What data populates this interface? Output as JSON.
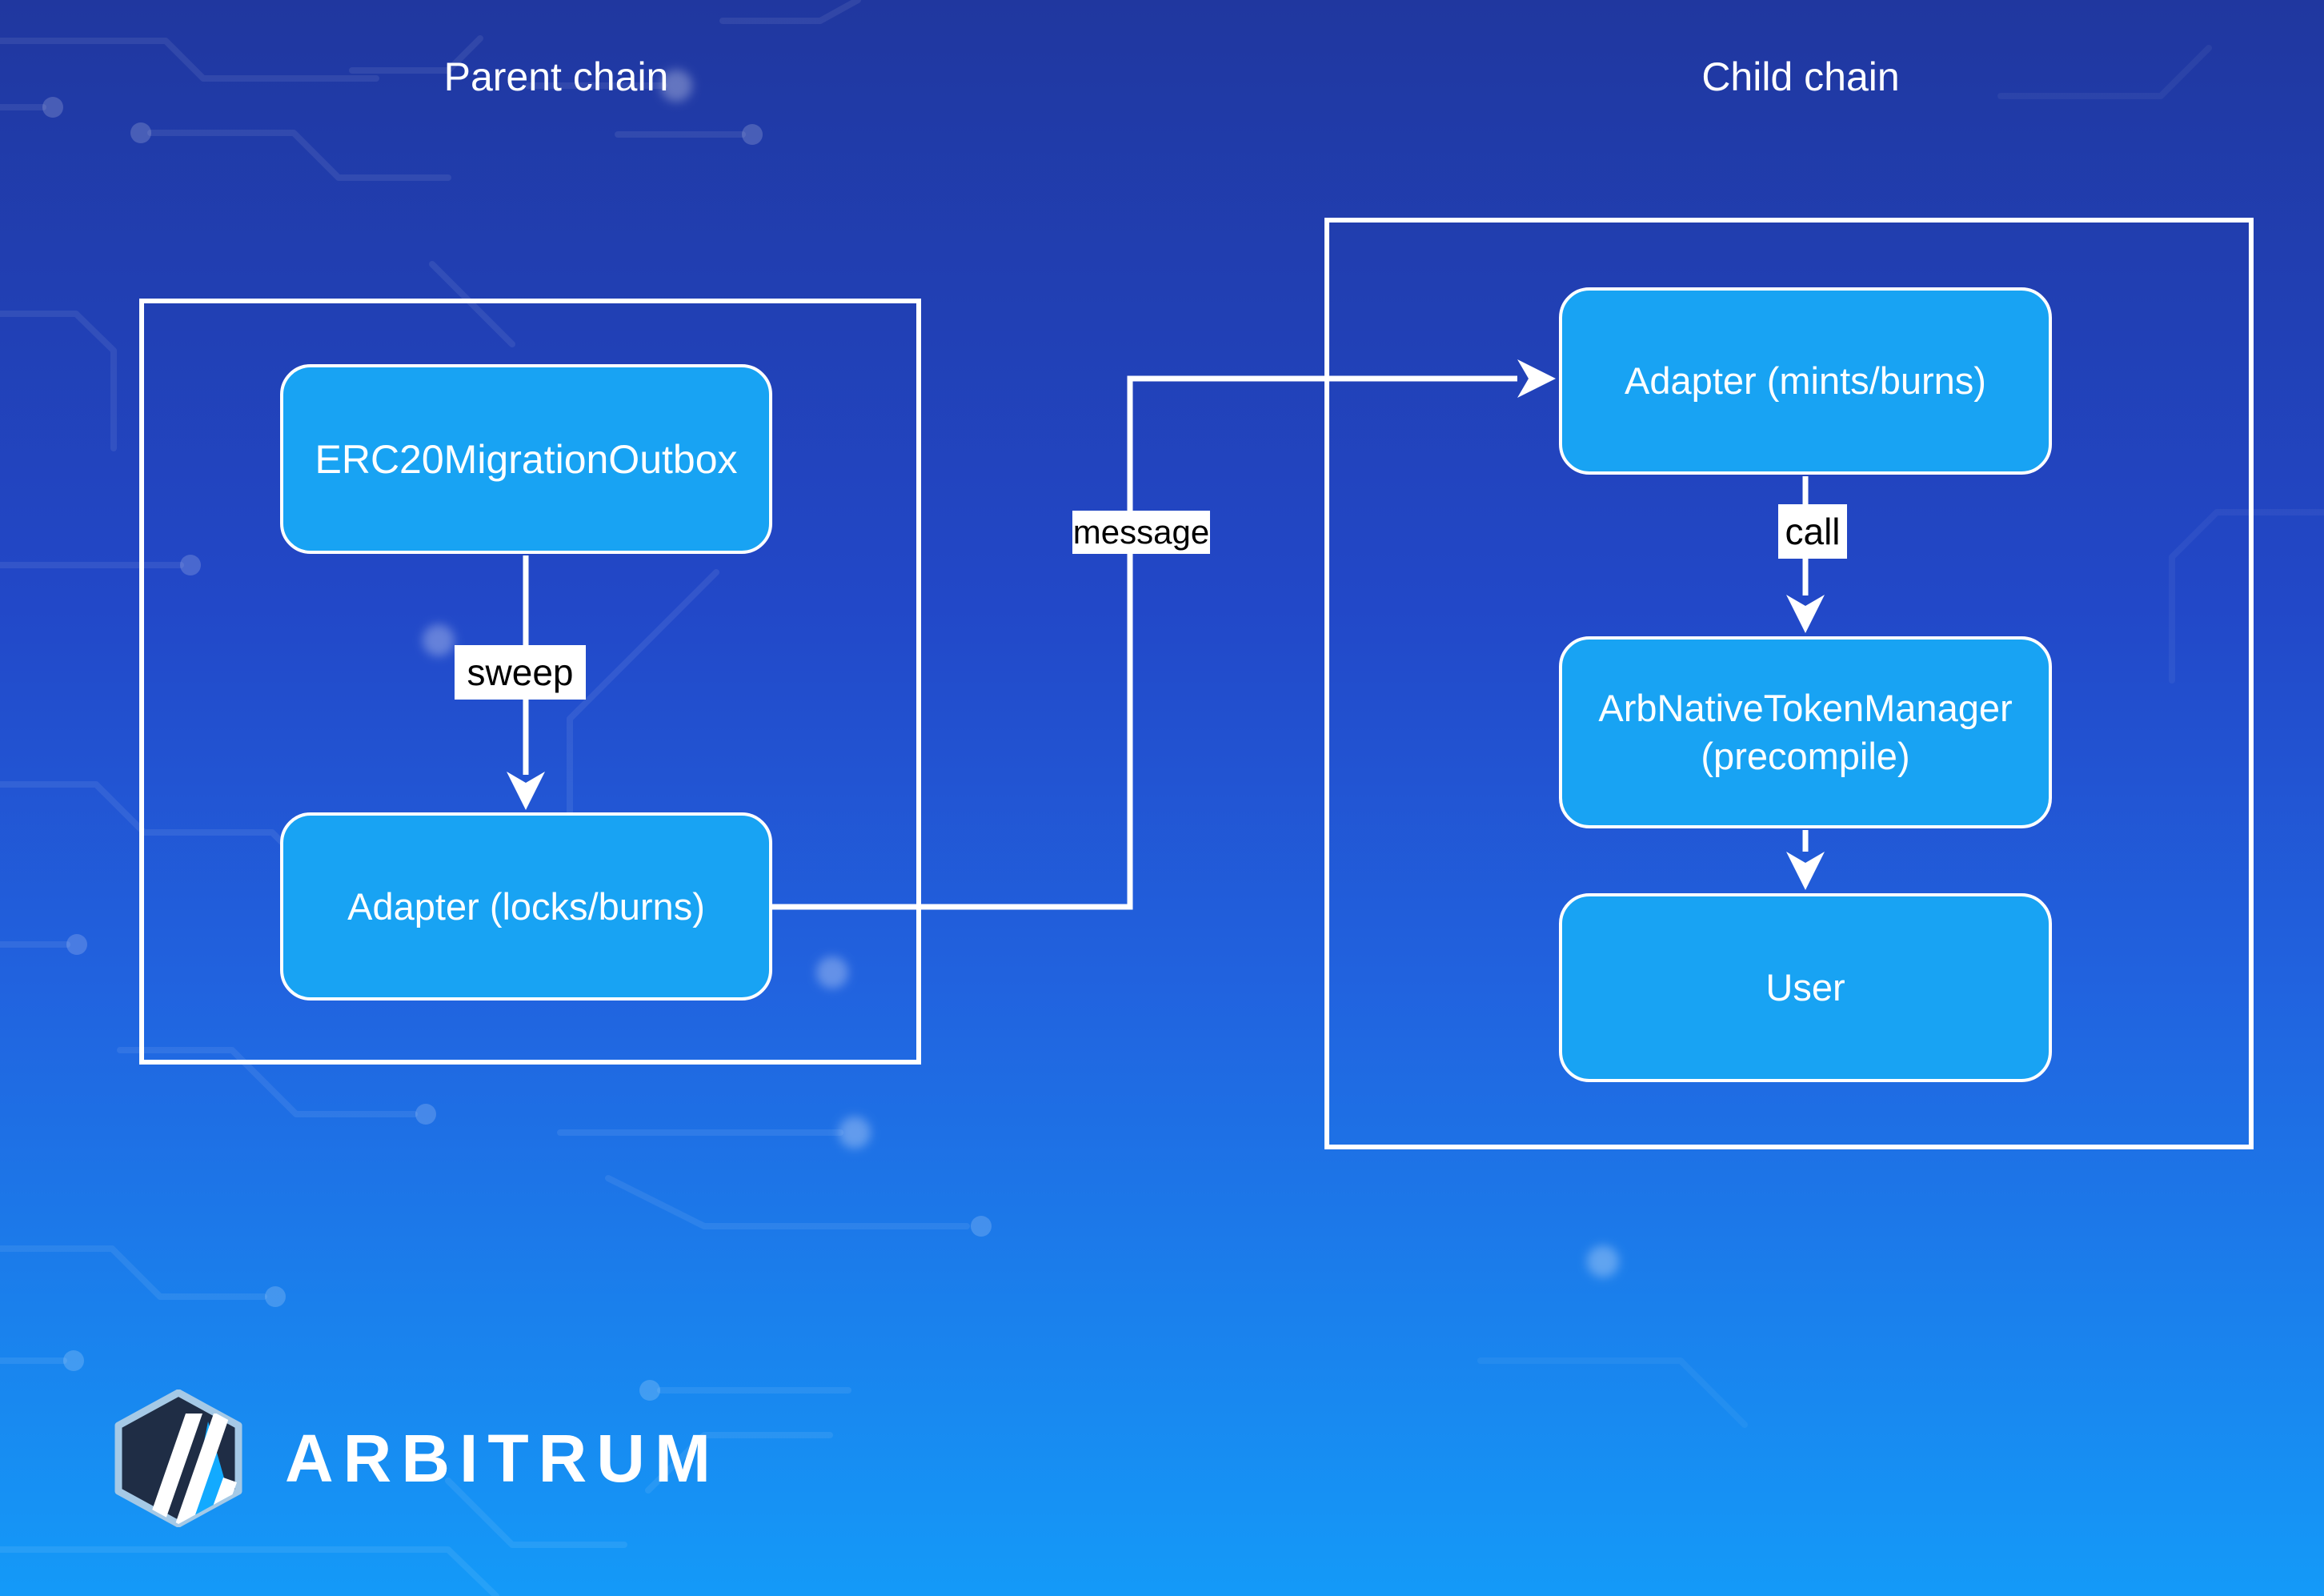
{
  "parent_chain": {
    "title": "Parent chain",
    "nodes": {
      "outbox": {
        "label": "ERC20MigrationOutbox"
      },
      "adapter": {
        "label": "Adapter (locks/burns)"
      }
    }
  },
  "child_chain": {
    "title": "Child chain",
    "nodes": {
      "adapter": {
        "label": "Adapter (mints/burns)"
      },
      "token_manager": {
        "line1": "ArbNativeTokenManager",
        "line2": "(precompile)"
      },
      "user": {
        "label": "User"
      }
    }
  },
  "edge_labels": {
    "sweep": "sweep",
    "message": "message",
    "call": "call"
  },
  "logo": {
    "wordmark": "ARBITRUM"
  },
  "colors": {
    "background_top": "#20379F",
    "background_bottom": "#149AF8",
    "node_fill": "#18A3F3",
    "node_border": "#FFFFFF",
    "connector": "#FFFFFF",
    "edge_label_bg": "#FFFFFF",
    "edge_label_text": "#000000",
    "logo_hex_fill": "#1F2D45",
    "logo_hex_stroke": "#A5C9E6",
    "logo_accent": "#12AAFF"
  }
}
